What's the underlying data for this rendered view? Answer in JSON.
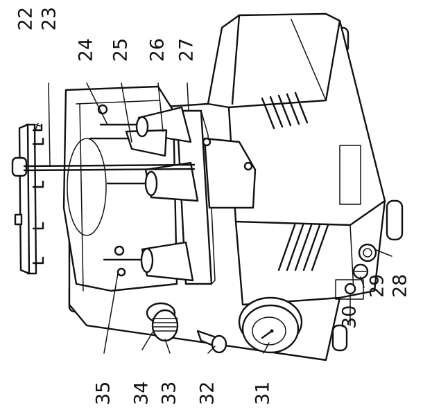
{
  "figure": {
    "callouts": [
      {
        "id": "c22",
        "label": "22"
      },
      {
        "id": "c23",
        "label": "23"
      },
      {
        "id": "c24",
        "label": "24"
      },
      {
        "id": "c25",
        "label": "25"
      },
      {
        "id": "c26",
        "label": "26"
      },
      {
        "id": "c27",
        "label": "27"
      },
      {
        "id": "c28",
        "label": "28"
      },
      {
        "id": "c29",
        "label": "29"
      },
      {
        "id": "c30",
        "label": "30"
      },
      {
        "id": "c31",
        "label": "31"
      },
      {
        "id": "c32",
        "label": "32"
      },
      {
        "id": "c33",
        "label": "33"
      },
      {
        "id": "c34",
        "label": "34"
      },
      {
        "id": "c35",
        "label": "35"
      }
    ]
  }
}
